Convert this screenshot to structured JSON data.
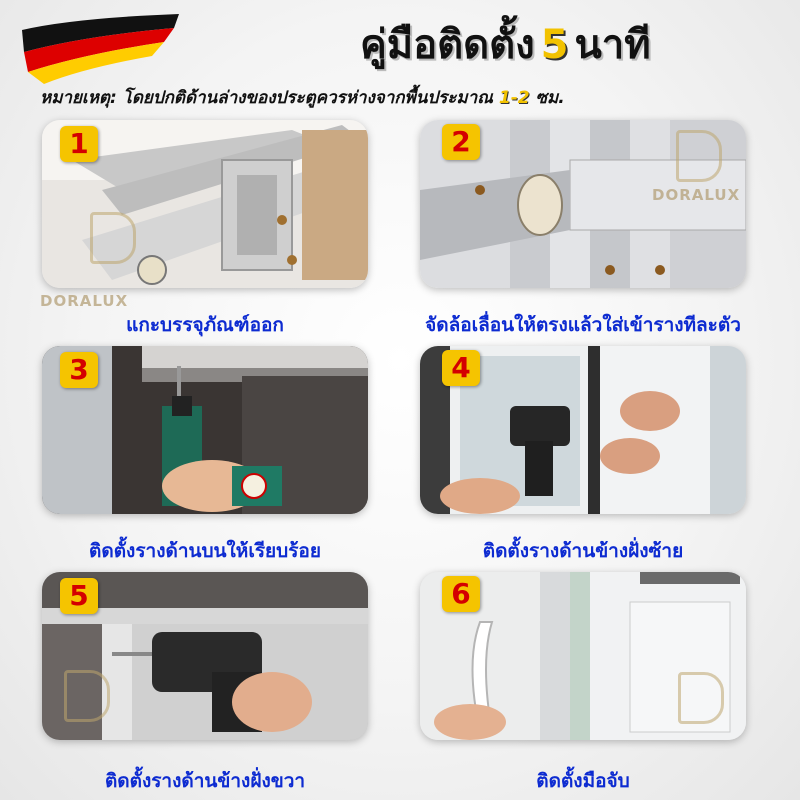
{
  "header": {
    "title_pre": "คู่มือติดตั้ง",
    "title_num": "5",
    "title_post": "นาที",
    "note_pre": "หมายเหตุ: โดยปกติด้านล่างของประตูควรห่างจากพื้นประมาณ",
    "note_range": "1-2",
    "note_post": "ซม."
  },
  "steps": [
    {
      "number": "1",
      "caption": "แกะบรรจุภัณฑ์ออก"
    },
    {
      "number": "2",
      "caption": "จัดล้อเลื่อนให้ตรงแล้วใส่เข้ารางทีละตัว"
    },
    {
      "number": "3",
      "caption": "ติดตั้งรางด้านบนให้เรียบร้อย"
    },
    {
      "number": "4",
      "caption": "ติดตั้งรางด้านข้างฝั่งซ้าย"
    },
    {
      "number": "5",
      "caption": "ติดตั้งรางด้านข้างฝั่งขวา"
    },
    {
      "number": "6",
      "caption": "ติดตั้งมือจับ"
    }
  ],
  "watermark": "DORALUX",
  "colors": {
    "accent": "#f5c400",
    "number": "#d40000",
    "caption": "#0d2bd1"
  }
}
